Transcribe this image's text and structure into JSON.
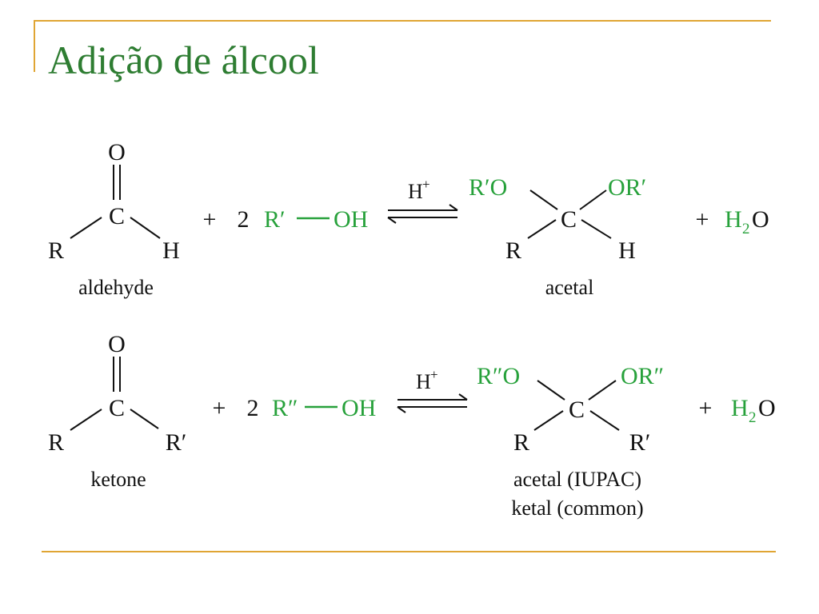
{
  "slide": {
    "title": "Adição de álcool",
    "colors": {
      "accent_rule": "#e0a533",
      "title": "#2e7d32",
      "highlight": "#27a13b"
    }
  },
  "reactions": [
    {
      "reactant": {
        "O": "O",
        "C": "C",
        "left": "R",
        "right": "H",
        "caption": "aldehyde"
      },
      "plus": "+",
      "coefficient": "2",
      "alcohol": {
        "group": "R′",
        "bond": "—",
        "oh": "OH"
      },
      "catalyst": {
        "base": "H",
        "sup": "+"
      },
      "product": {
        "top_left": "R′O",
        "top_right": "OR′",
        "C": "C",
        "bottom_left": "R",
        "bottom_right": "H",
        "captions": [
          "acetal"
        ]
      },
      "plus2": "+",
      "water": {
        "h": "H",
        "sub": "2",
        "o": "O"
      }
    },
    {
      "reactant": {
        "O": "O",
        "C": "C",
        "left": "R",
        "right": "R′",
        "caption": "ketone"
      },
      "plus": "+",
      "coefficient": "2",
      "alcohol": {
        "group": "R″",
        "bond": "—",
        "oh": "OH"
      },
      "catalyst": {
        "base": "H",
        "sup": "+"
      },
      "product": {
        "top_left": "R″O",
        "top_right": "OR″",
        "C": "C",
        "bottom_left": "R",
        "bottom_right": "R′",
        "captions": [
          "acetal (IUPAC)",
          "ketal (common)"
        ]
      },
      "plus2": "+",
      "water": {
        "h": "H",
        "sub": "2",
        "o": "O"
      }
    }
  ]
}
